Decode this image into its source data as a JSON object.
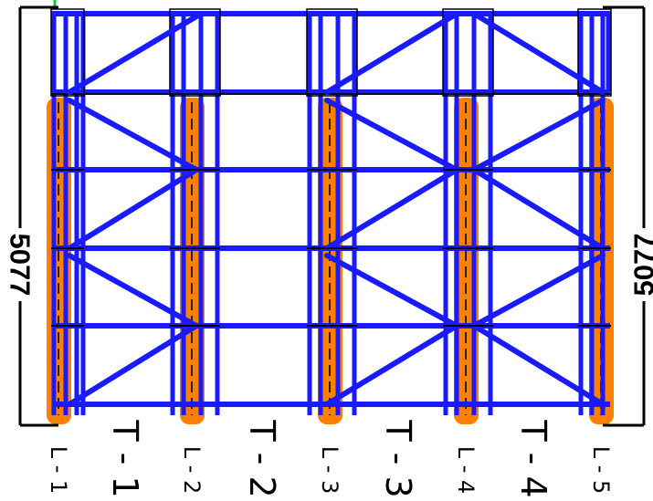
{
  "dimensions": {
    "left": "5077",
    "right": "5077"
  },
  "line_labels": [
    "L - 1",
    "L - 2",
    "L - 3",
    "L - 4",
    "L - 5"
  ],
  "span_labels": [
    "T - 1",
    "T - 2",
    "T - 3",
    "T - 4"
  ],
  "colors": {
    "frame": "#1a1aff",
    "column": "#ff8000",
    "outline": "#000000",
    "marker": "#00cc33"
  }
}
